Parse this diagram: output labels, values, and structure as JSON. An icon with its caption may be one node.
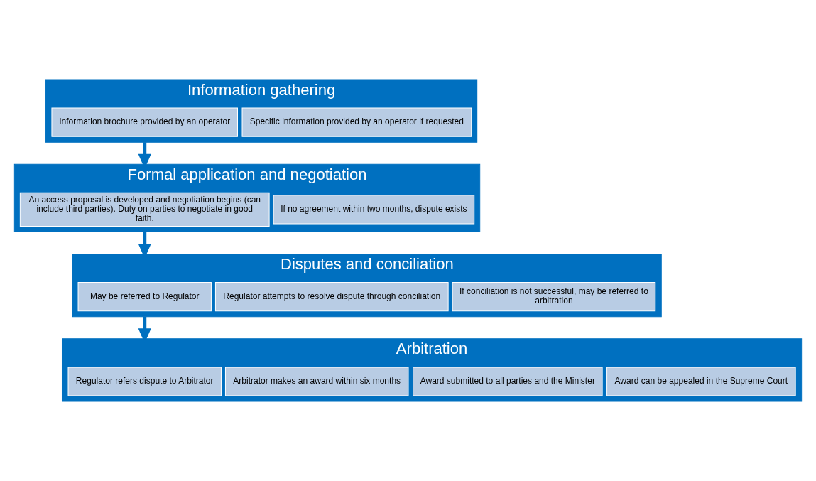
{
  "diagram": {
    "nodes": [
      {
        "text": [
          "Information gathering"
        ]
      },
      {
        "text": [
          "Information brochure provided by an operator"
        ],
        "in": 0
      },
      {
        "text": [
          "Specific information provided by an operator if requested"
        ],
        "in": 0
      },
      {
        "text": [
          "Formal application and negotiation"
        ]
      },
      {
        "text": [
          "An access proposal is developed and negotiation begins (can include third parties). Duty on parties to negotiate in good faith."
        ],
        "in": 3
      },
      {
        "text": [
          "If no agreement within two months, dispute exists"
        ],
        "in": 3
      },
      {
        "text": [
          "Disputes and conciliation"
        ]
      },
      {
        "text": [
          "May be referred to Regulator"
        ],
        "in": 6
      },
      {
        "text": [
          "Regulator attempts to resolve dispute through conciliation"
        ],
        "in": 6
      },
      {
        "text": [
          "If conciliation is not successful, may be referred to arbitration"
        ],
        "in": 6
      },
      {
        "text": [
          "Arbitration"
        ]
      },
      {
        "text": [
          "Regulator refers dispute to Arbitrator"
        ],
        "in": 10
      },
      {
        "text": [
          "Arbitrator makes an award within six months"
        ],
        "in": 10
      },
      {
        "text": [
          "Award submitted to all parties and the Minister"
        ],
        "in": 10
      },
      {
        "text": [
          "Award can be appealed in the Supreme Court"
        ],
        "in": 10
      }
    ],
    "edges": [
      {
        "from": 0,
        "to": 3,
        "arrow": "to"
      },
      {
        "from": 3,
        "to": 6,
        "arrow": "to"
      },
      {
        "from": 6,
        "to": 10,
        "arrow": "to"
      }
    ]
  }
}
